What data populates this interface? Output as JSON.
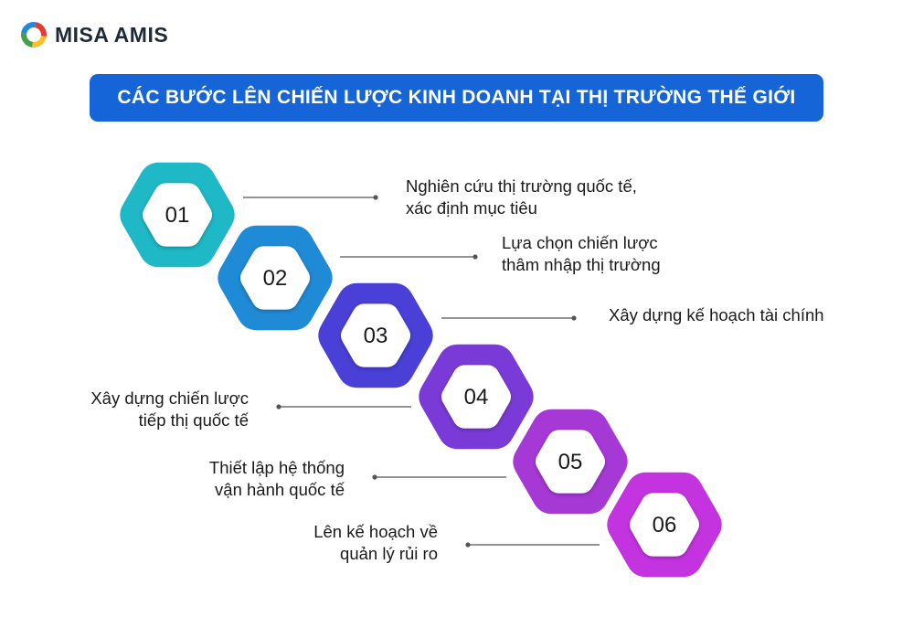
{
  "brand": {
    "name": "MISA AMIS",
    "logo_colors": [
      "#e53935",
      "#fbc02d",
      "#43a047",
      "#1e88e5"
    ]
  },
  "title": "CÁC BƯỚC LÊN CHIẾN LƯỢC KINH DOANH TẠI THỊ TRƯỜNG THẾ GIỚI",
  "colors": {
    "banner": "#1565d8",
    "connector": "#555555"
  },
  "steps": [
    {
      "number": "01",
      "color": "#1fb8c6",
      "line1": "Nghiên cứu thị trường quốc tế,",
      "line2": "xác định mục tiêu"
    },
    {
      "number": "02",
      "color": "#1f8ad6",
      "line1": "Lựa chọn chiến lược",
      "line2": "thâm nhập thị trường"
    },
    {
      "number": "03",
      "color": "#4a3fd6",
      "line1": "Xây dựng kế hoạch tài chính",
      "line2": ""
    },
    {
      "number": "04",
      "color": "#7a3ad8",
      "line1": "Xây dựng chiến lược",
      "line2": "tiếp thị quốc tế"
    },
    {
      "number": "05",
      "color": "#a638d6",
      "line1": "Thiết lập hệ thống",
      "line2": "vận hành quốc tế"
    },
    {
      "number": "06",
      "color": "#c433e0",
      "line1": "Lên kế hoạch về",
      "line2": "quản lý rủi ro"
    }
  ]
}
